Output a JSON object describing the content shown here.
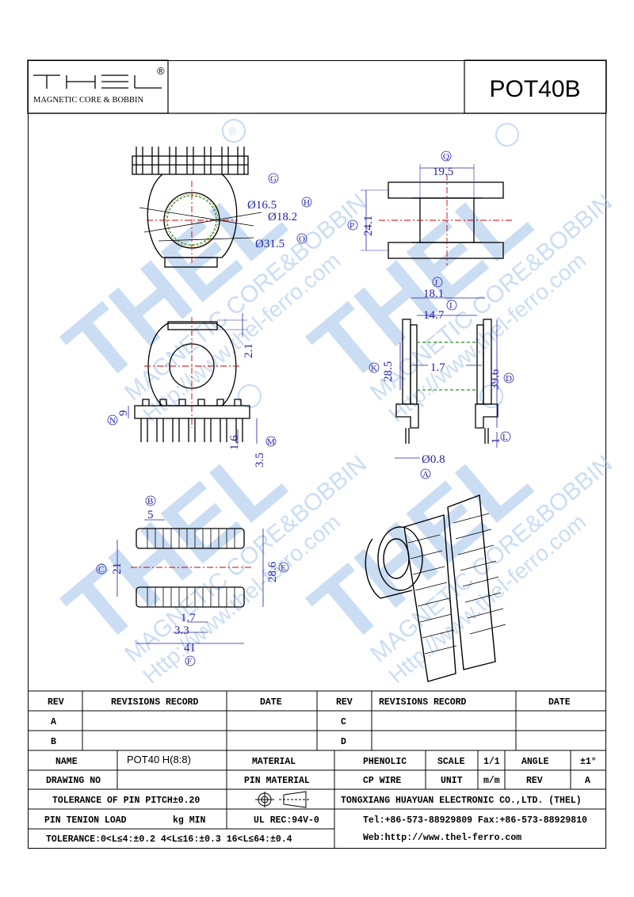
{
  "header": {
    "brand": "THEL",
    "registered": "®",
    "tagline": "MAGNETIC CORE & BOBBIN",
    "part_number": "POT40B"
  },
  "watermark": {
    "brand": "THEL",
    "line1": "MAGNETIC CORE&BOBBIN",
    "line2": "Http://www.thel-ferro.com",
    "registered": "®"
  },
  "dimensions": {
    "G": "G",
    "H": "H",
    "O": "O",
    "Q": "Q",
    "P": "P",
    "J": "J",
    "I": "I",
    "K": "K",
    "D": "D",
    "N": "N",
    "M": "M",
    "L": "L",
    "A": "A",
    "B": "B",
    "C": "C",
    "E": "E",
    "F": "F",
    "d16_5": "Ø16.5",
    "d18_2": "Ø18.2",
    "d31_5": "Ø31.5",
    "v19_5": "19.5",
    "v24_1": "24.1",
    "v18_1": "18.1",
    "v14_7": "14.7",
    "v28_5": "28.5",
    "v1_7a": "1.7",
    "v39_6": "39.6",
    "v2_1": "2.1",
    "v9": "9",
    "v1_6": "1.6",
    "v3_5": "3.5",
    "v1": "1",
    "d0_8": "Ø0.8",
    "v5": "5",
    "v21": "21",
    "v28_6": "28.6",
    "v1_7b": "1.7",
    "v3_3": "3.3",
    "v41": "41"
  },
  "title_block": {
    "rev_header": "REV",
    "revisions_record_header": "REVISIONS RECORD",
    "date_header": "DATE",
    "rev_a": "A",
    "rev_b": "B",
    "rev_c": "C",
    "rev_d": "D",
    "name_label": "NAME",
    "name_value": "POT40 H(8:8)",
    "material_label": "MATERIAL",
    "material_value": "PHENOLIC",
    "scale_label": "SCALE",
    "scale_value": "1/1",
    "angle_label": "ANGLE",
    "angle_value": "±1°",
    "drawing_no_label": "DRAWING NO",
    "pin_material_label": "PIN MATERIAL",
    "pin_material_value": "CP WIRE",
    "unit_label": "UNIT",
    "unit_value": "m/m",
    "rev_label": "REV",
    "rev_value": "A",
    "pin_pitch_tolerance": "TOLERANCE OF PIN PITCH±0.20",
    "company": "TONGXIANG HUAYUAN ELECTRONIC CO.,LTD. (THEL)",
    "pin_tension_label": "PIN TENION LOAD",
    "pin_tension_unit": "kg MIN",
    "ul_rec": "UL REC:94V-0",
    "tel_fax": "Tel:+86-573-88929809 Fax:+86-573-88929810",
    "tolerance": "TOLERANCE:0<L≤4:±0.2  4<L≤16:±0.3  16<L≤64:±0.4",
    "web": "Web:http://www.thel-ferro.com"
  }
}
